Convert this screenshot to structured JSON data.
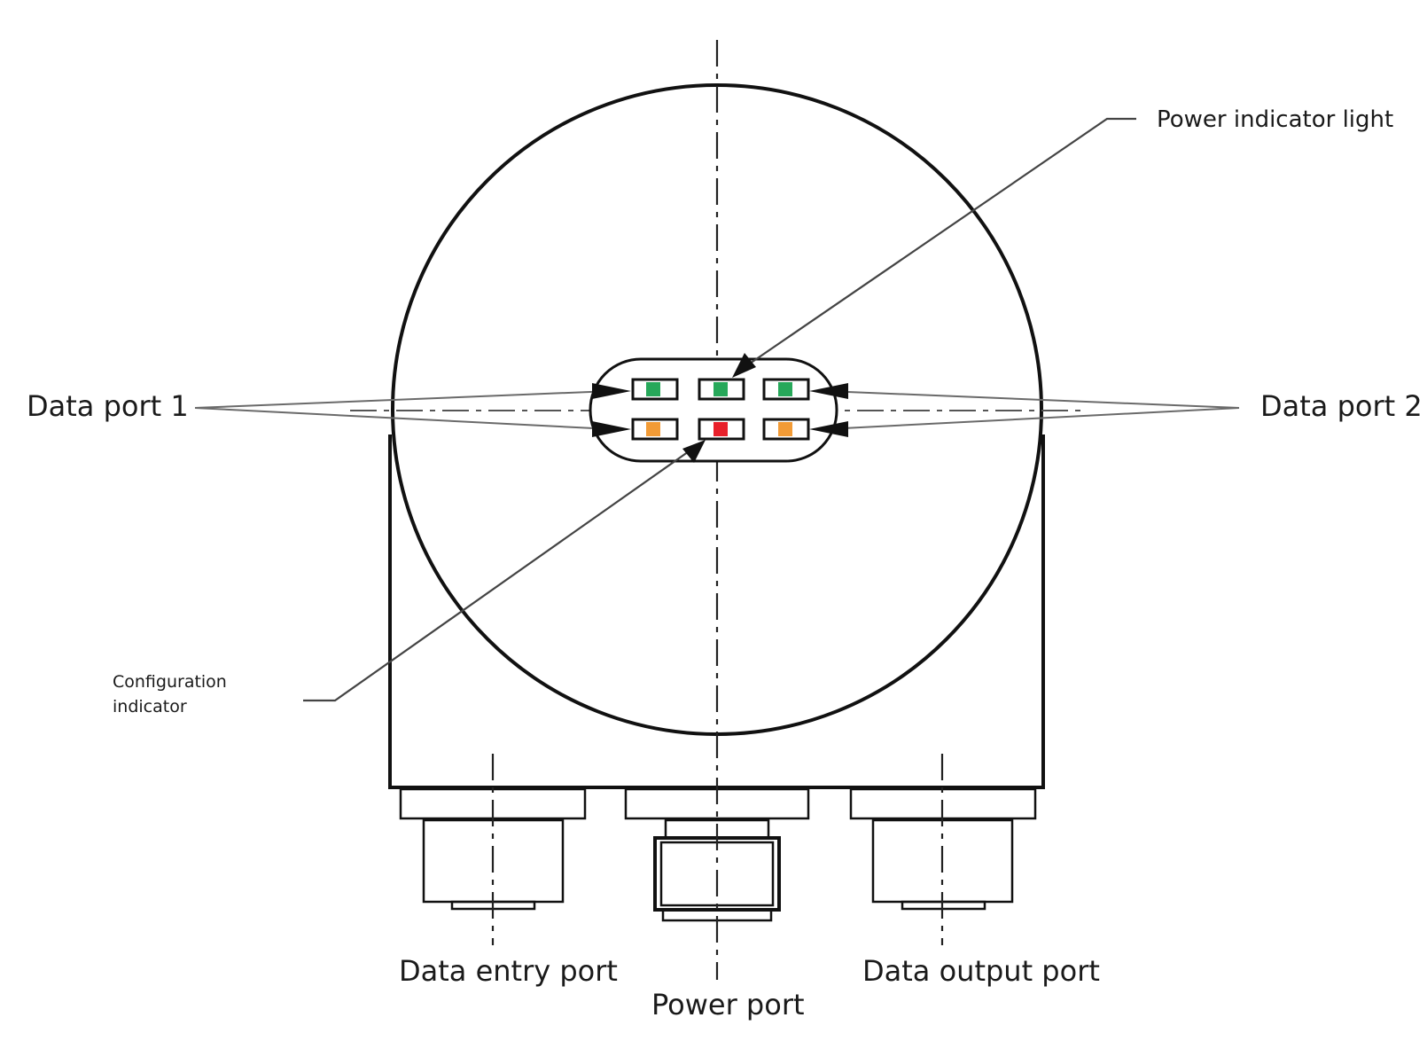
{
  "labels": {
    "power_indicator": "Power indicator light",
    "data_port_1": "Data port 1",
    "data_port_2": "Data port 2",
    "configuration_indicator_line1": "Configuration",
    "configuration_indicator_line2": "indicator",
    "data_entry_port": "Data entry port",
    "power_port": "Power port",
    "data_output_port": "Data output port"
  },
  "leds": {
    "top_row": [
      {
        "name": "data-port-1-link-led",
        "color": "#27a85a"
      },
      {
        "name": "power-indicator-led",
        "color": "#27a85a"
      },
      {
        "name": "data-port-2-link-led",
        "color": "#27a85a"
      }
    ],
    "bottom_row": [
      {
        "name": "data-port-1-activity-led",
        "color": "#f29b36"
      },
      {
        "name": "configuration-indicator-led",
        "color": "#e8202a"
      },
      {
        "name": "data-port-2-activity-led",
        "color": "#f29b36"
      }
    ]
  }
}
